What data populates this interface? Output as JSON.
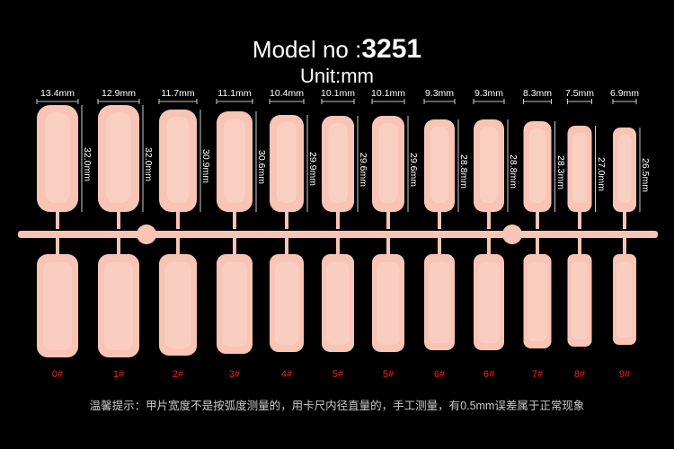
{
  "header": {
    "model_prefix": "Model no :",
    "model_number": "3251",
    "unit": "Unit:mm"
  },
  "colors": {
    "background": "#000000",
    "nail": "#f7c4b5",
    "nail_light": "#fbd8cc",
    "size_label": "#e8261c",
    "text": "#ffffff"
  },
  "nails": [
    {
      "size": "0#",
      "width": "13.4mm",
      "length": "32.0mm"
    },
    {
      "size": "1#",
      "width": "12.9mm",
      "length": "32.0mm"
    },
    {
      "size": "2#",
      "width": "11.7mm",
      "length": "30.9mm"
    },
    {
      "size": "3#",
      "width": "11.1mm",
      "length": "30.6mm"
    },
    {
      "size": "4#",
      "width": "10.4mm",
      "length": "29.9mm"
    },
    {
      "size": "5#",
      "width": "10.1mm",
      "length": "29.6mm"
    },
    {
      "size": "5#",
      "width": "10.1mm",
      "length": "29.6mm"
    },
    {
      "size": "6#",
      "width": "9.3mm",
      "length": "28.8mm"
    },
    {
      "size": "6#",
      "width": "9.3mm",
      "length": "28.8mm"
    },
    {
      "size": "7#",
      "width": "8.3mm",
      "length": "28.3mm"
    },
    {
      "size": "8#",
      "width": "7.5mm",
      "length": "27.0mm"
    },
    {
      "size": "9#",
      "width": "6.9mm",
      "length": "26.5mm"
    }
  ],
  "note": "温馨提示：甲片宽度不是按弧度测量的，用卡尺内径直量的，手工测量，有0.5mm误差属于正常现象"
}
